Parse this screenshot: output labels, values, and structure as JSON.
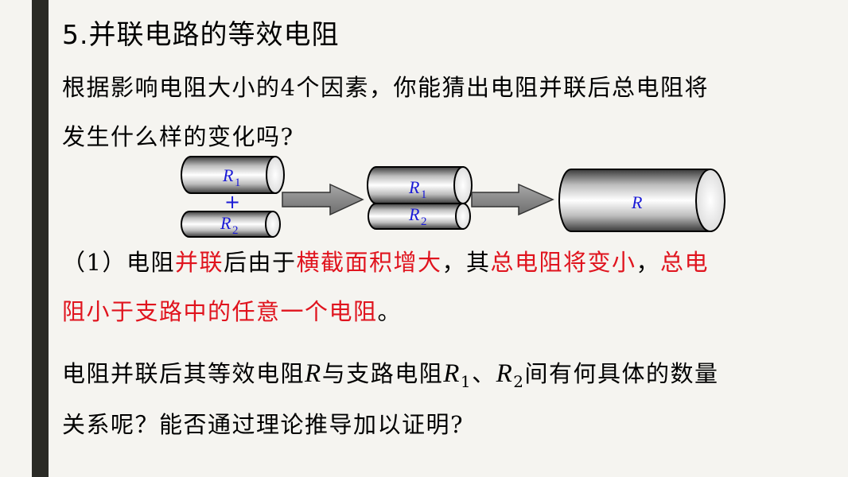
{
  "slide": {
    "title_num": "5.",
    "title_text": "并联电路的等效电阻",
    "question1_line1": "根据影响电阻大小的4个因素，你能猜出电阻并联后总电阻将",
    "question1_line2": "发生什么样的变化吗?",
    "conclusion": {
      "prefix": "（1）电阻",
      "red1": "并联",
      "mid1": "后由于",
      "red2": "横截面积增大",
      "mid2": "，其",
      "red3": "总电阻将变小",
      "mid3": "，",
      "red4_line1": "总电",
      "red4_line2": "阻小于支路中的任意一个电阻",
      "end": "。"
    },
    "question2": {
      "t1": "电阻并联后其等效电阻",
      "R": "R",
      "t2": "与支路电阻",
      "R1": "R",
      "R1_sub": "1",
      "t3": "、",
      "R2": "R",
      "R2_sub": "2",
      "t4": "间有何具体的数量",
      "line2": "关系呢？能否通过理论推导加以证明?"
    }
  },
  "diagram": {
    "r1_label": "R",
    "r1_sub": "1",
    "plus": "+",
    "r2_label": "R",
    "r2_sub": "2",
    "mid_r1_label": "R",
    "mid_r1_sub": "1",
    "mid_r2_label": "R",
    "mid_r2_sub": "2",
    "result_label": "R",
    "label_color": "#1a1ad6"
  }
}
